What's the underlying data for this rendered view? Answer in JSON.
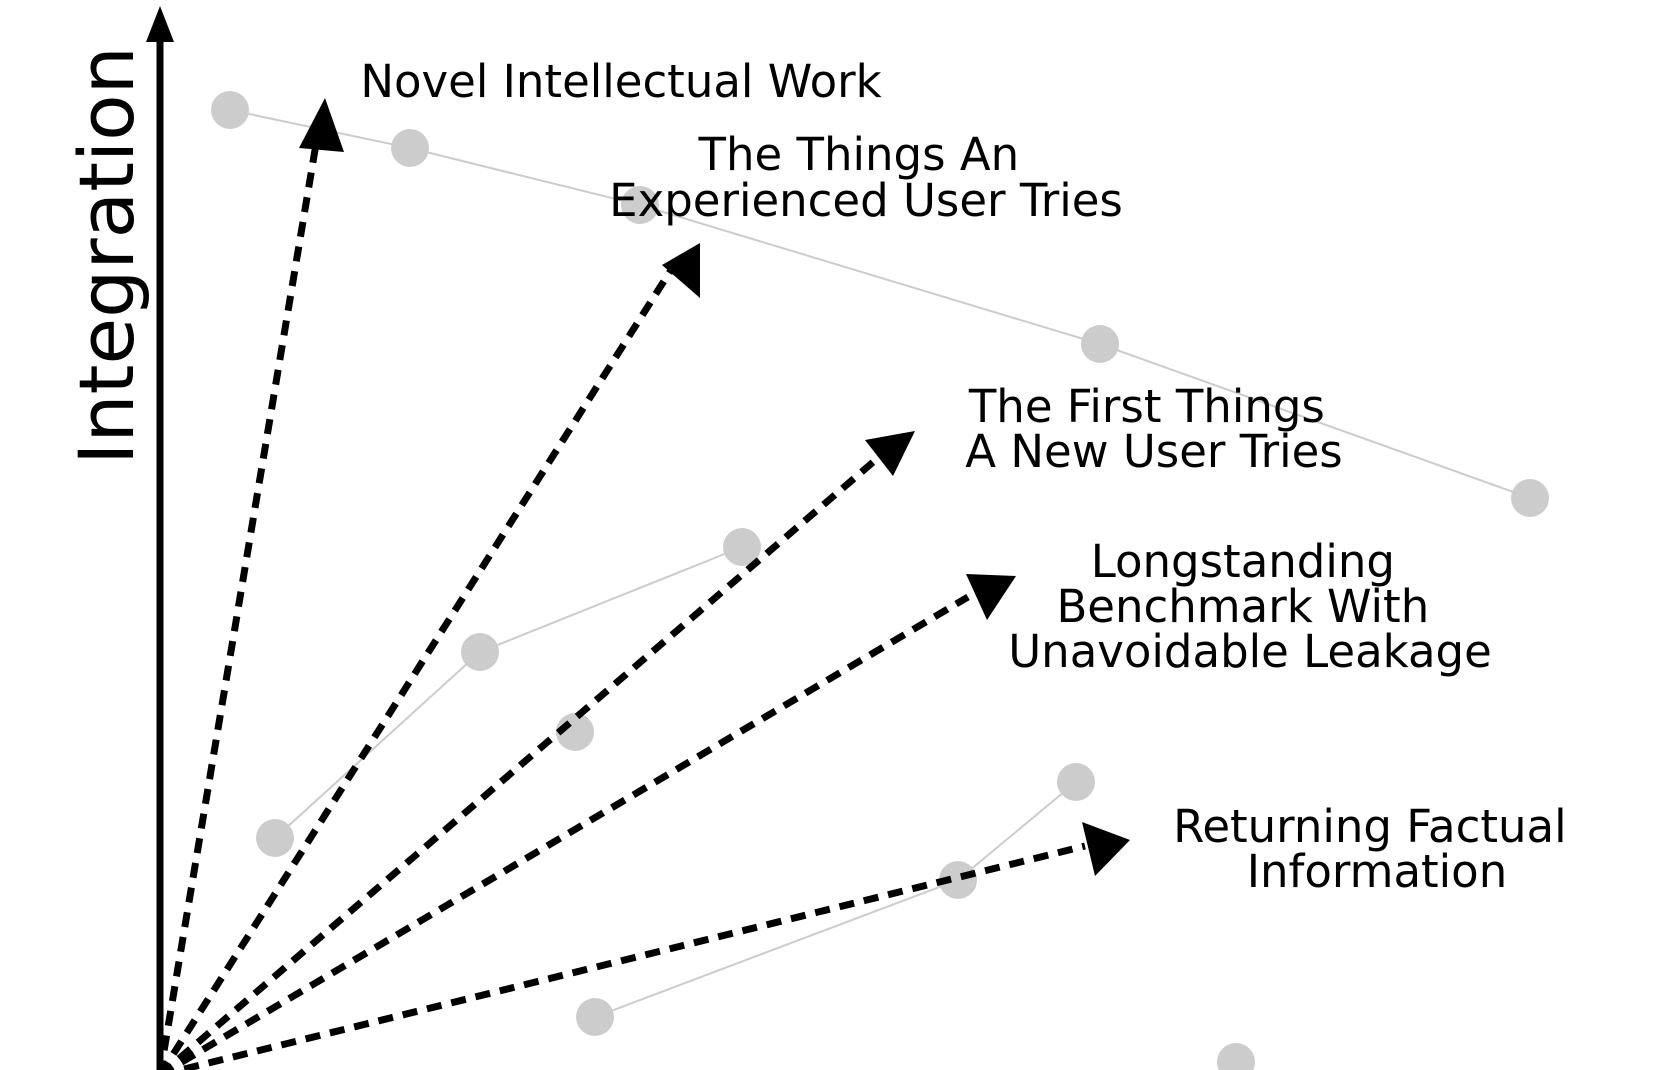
{
  "diagram": {
    "y_axis_label": "Integration",
    "colors": {
      "ink": "#000000",
      "trend": "#cccccc",
      "background": "#ffffff"
    },
    "vectors": [
      {
        "id": "novel-intellectual-work",
        "lines": [
          "Novel Intellectual Work"
        ]
      },
      {
        "id": "experienced-user",
        "lines": [
          "The Things An",
          "Experienced User Tries"
        ]
      },
      {
        "id": "new-user",
        "lines": [
          "The First Things",
          "A New User Tries"
        ]
      },
      {
        "id": "longstanding-benchmark",
        "lines": [
          "Longstanding",
          "Benchmark With",
          "Unavoidable Leakage"
        ]
      },
      {
        "id": "factual-information",
        "lines": [
          "Returning Factual",
          "Information"
        ]
      }
    ],
    "trend_series": [
      {
        "id": "upper-curve",
        "points": 5
      },
      {
        "id": "middle-curve",
        "points": 4
      },
      {
        "id": "lower-curve",
        "points": 3
      }
    ]
  }
}
